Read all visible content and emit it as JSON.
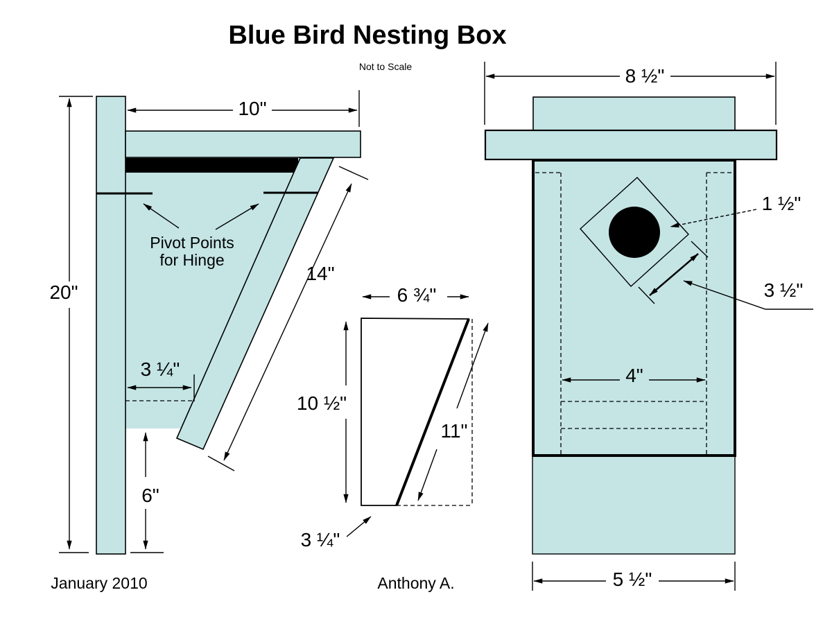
{
  "title": "Blue Bird Nesting Box",
  "subtitle": "Not to Scale",
  "footer": {
    "date": "January 2010",
    "author": "Anthony A."
  },
  "colors": {
    "wood": "#c5e5e5",
    "line": "#000000"
  },
  "side_view": {
    "dim_height": "20\"",
    "dim_roof_width": "10\"",
    "dim_front_length": "14\"",
    "dim_floor_inset": "3 ¼\"",
    "dim_post_bottom": "6\"",
    "note_line1": "Pivot Points",
    "note_line2": "for Hinge"
  },
  "side_panel": {
    "dim_top_width": "6 ¾\"",
    "dim_back_height": "10 ½\"",
    "dim_slant_length": "11\"",
    "dim_bottom_width": "3 ¼\""
  },
  "front_view": {
    "dim_roof_width": "8 ½\"",
    "dim_hole_diameter": "1 ½\"",
    "dim_guard_size": "3 ½\"",
    "dim_inner_width": "4\"",
    "dim_post_width": "5 ½\""
  }
}
